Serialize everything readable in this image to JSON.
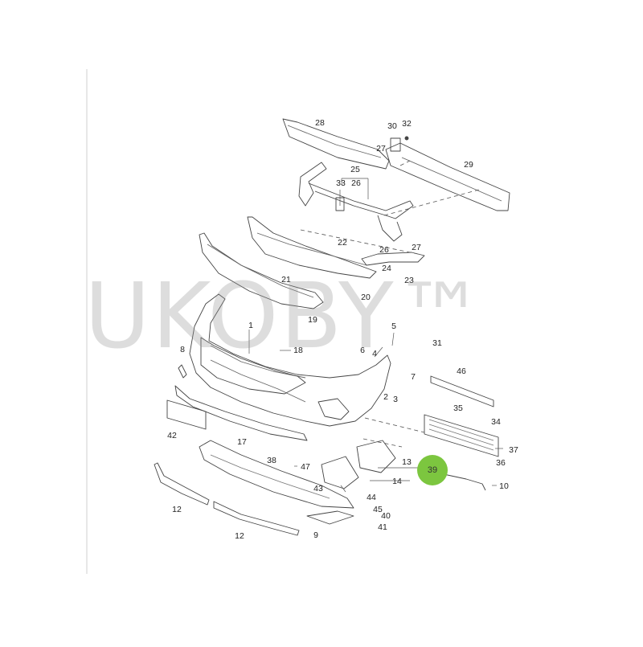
{
  "watermark": "UKOBY™",
  "highlight": {
    "label": "39",
    "color": "#7cc63f"
  },
  "callouts": [
    {
      "id": "28",
      "label": "28"
    },
    {
      "id": "30",
      "label": "30"
    },
    {
      "id": "32",
      "label": "32"
    },
    {
      "id": "27a",
      "label": "27"
    },
    {
      "id": "29",
      "label": "29"
    },
    {
      "id": "25",
      "label": "25"
    },
    {
      "id": "33",
      "label": "33"
    },
    {
      "id": "26a",
      "label": "26"
    },
    {
      "id": "22",
      "label": "22"
    },
    {
      "id": "27b",
      "label": "27"
    },
    {
      "id": "26b",
      "label": "26"
    },
    {
      "id": "24",
      "label": "24"
    },
    {
      "id": "21",
      "label": "21"
    },
    {
      "id": "23",
      "label": "23"
    },
    {
      "id": "20",
      "label": "20"
    },
    {
      "id": "19",
      "label": "19"
    },
    {
      "id": "1",
      "label": "1"
    },
    {
      "id": "4",
      "label": "4"
    },
    {
      "id": "5",
      "label": "5"
    },
    {
      "id": "8",
      "label": "8"
    },
    {
      "id": "18",
      "label": "18"
    },
    {
      "id": "6",
      "label": "6"
    },
    {
      "id": "31",
      "label": "31"
    },
    {
      "id": "7",
      "label": "7"
    },
    {
      "id": "46",
      "label": "46"
    },
    {
      "id": "2",
      "label": "2"
    },
    {
      "id": "3",
      "label": "3"
    },
    {
      "id": "35",
      "label": "35"
    },
    {
      "id": "34",
      "label": "34"
    },
    {
      "id": "42",
      "label": "42"
    },
    {
      "id": "17",
      "label": "17"
    },
    {
      "id": "37",
      "label": "37"
    },
    {
      "id": "36",
      "label": "36"
    },
    {
      "id": "13",
      "label": "13"
    },
    {
      "id": "38",
      "label": "38"
    },
    {
      "id": "47",
      "label": "47"
    },
    {
      "id": "14",
      "label": "14"
    },
    {
      "id": "10",
      "label": "10"
    },
    {
      "id": "43",
      "label": "43"
    },
    {
      "id": "45",
      "label": "45"
    },
    {
      "id": "44",
      "label": "44"
    },
    {
      "id": "12a",
      "label": "12"
    },
    {
      "id": "40",
      "label": "40"
    },
    {
      "id": "41",
      "label": "41"
    },
    {
      "id": "12b",
      "label": "12"
    },
    {
      "id": "9",
      "label": "9"
    }
  ]
}
